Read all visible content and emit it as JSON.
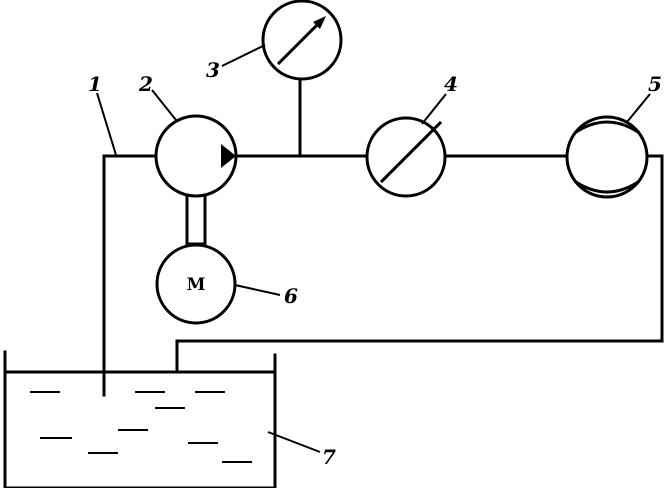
{
  "labels": {
    "suction_line": "1",
    "pump": "2",
    "pressure_gauge": "3",
    "flowmeter": "4",
    "throttle": "5",
    "motor": "6",
    "reservoir": "7"
  },
  "motor_symbol": "M"
}
